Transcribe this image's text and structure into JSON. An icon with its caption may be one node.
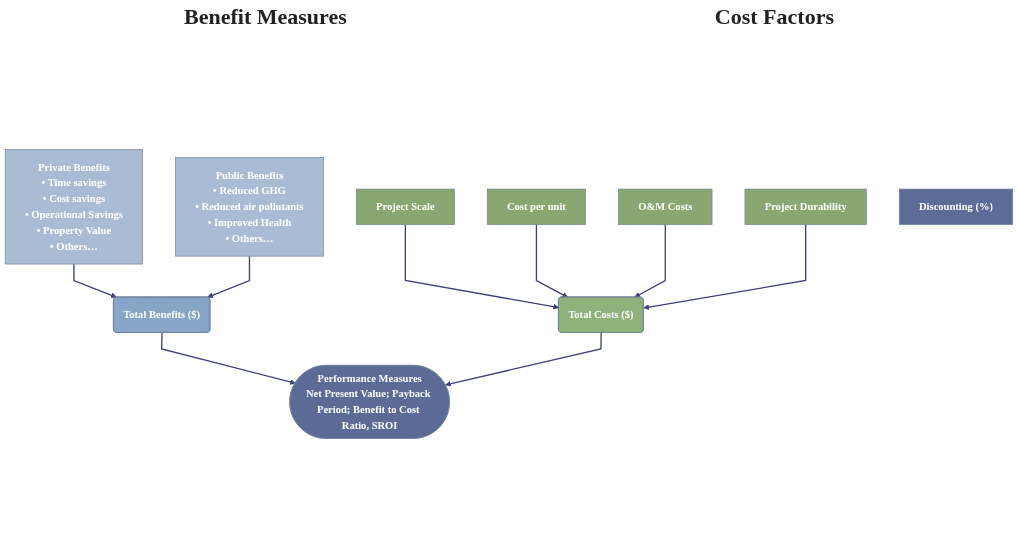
{
  "diagram": {
    "nodes": [
      {
        "text": [
          "Private Benefits",
          "• Time savings",
          "• Cost savings",
          "• Operational Savings",
          "• Property Value",
          "• Others…"
        ]
      },
      {
        "text": [
          "Public Benefits",
          "• Reduced GHG",
          "• Reduced air pollutants",
          "• Improved Health",
          "• Others…"
        ]
      },
      {
        "text": [
          "Project Scale"
        ]
      },
      {
        "text": [
          "Cost per unit"
        ]
      },
      {
        "text": [
          "O&M Costs"
        ]
      },
      {
        "text": [
          "Project Durability"
        ]
      },
      {
        "text": [
          "Total Benefits ($)"
        ]
      },
      {
        "text": [
          "Discounting (%)"
        ]
      },
      {
        "text": [
          "Total Costs ($)"
        ]
      },
      {
        "text": [
          "Performance Measures",
          "Net Present Value; Payback Period; Benefit to Cost Ratio, SROI"
        ]
      }
    ],
    "edges": [
      {
        "from": 0,
        "to": 6,
        "arrow": "to"
      },
      {
        "from": 1,
        "to": 6,
        "arrow": "to"
      },
      {
        "from": 2,
        "to": 8,
        "arrow": "to"
      },
      {
        "from": 3,
        "to": 8,
        "arrow": "to"
      },
      {
        "from": 4,
        "to": 8,
        "arrow": "to"
      },
      {
        "from": 5,
        "to": 8,
        "arrow": "to"
      },
      {
        "from": 6,
        "to": 9,
        "arrow": "to"
      },
      {
        "from": 8,
        "to": 9,
        "arrow": "to"
      }
    ],
    "labels": [
      "Benefit Measures",
      "Cost Factors"
    ]
  }
}
